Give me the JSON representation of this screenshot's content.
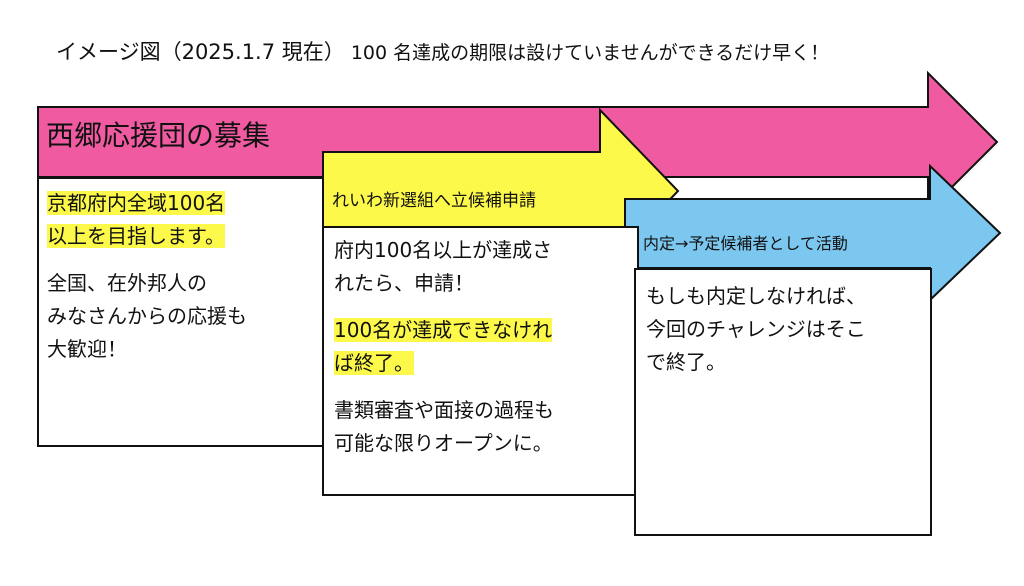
{
  "header": {
    "main": "イメージ図（2025.1.7 現在）",
    "note": "100 名達成の期限は設けていませんができるだけ早く！"
  },
  "stages": [
    {
      "label": "西郷応援団の募集",
      "color": "#ef5aa0"
    },
    {
      "label": "れいわ新選組へ立候補申請",
      "color": "#fdf94a"
    },
    {
      "label": "内定→予定候補者として活動",
      "color": "#7cc7ef"
    }
  ],
  "box1": {
    "highlight_lines": [
      "京都府内全域100名",
      "以上を目指します。"
    ],
    "lines": [
      "全国、在外邦人の",
      "みなさんからの応援も",
      "大歓迎！"
    ]
  },
  "box2": {
    "lines_a": [
      "府内100名以上が達成さ",
      "れたら、申請！"
    ],
    "highlight_lines": [
      "100名が達成できなけれ",
      "ば終了。"
    ],
    "lines_b": [
      "書類審査や面接の過程も",
      "可能な限りオープンに。"
    ]
  },
  "box3": {
    "lines": [
      "もしも内定しなければ、",
      "今回のチャレンジはそこ",
      "で終了。"
    ]
  }
}
